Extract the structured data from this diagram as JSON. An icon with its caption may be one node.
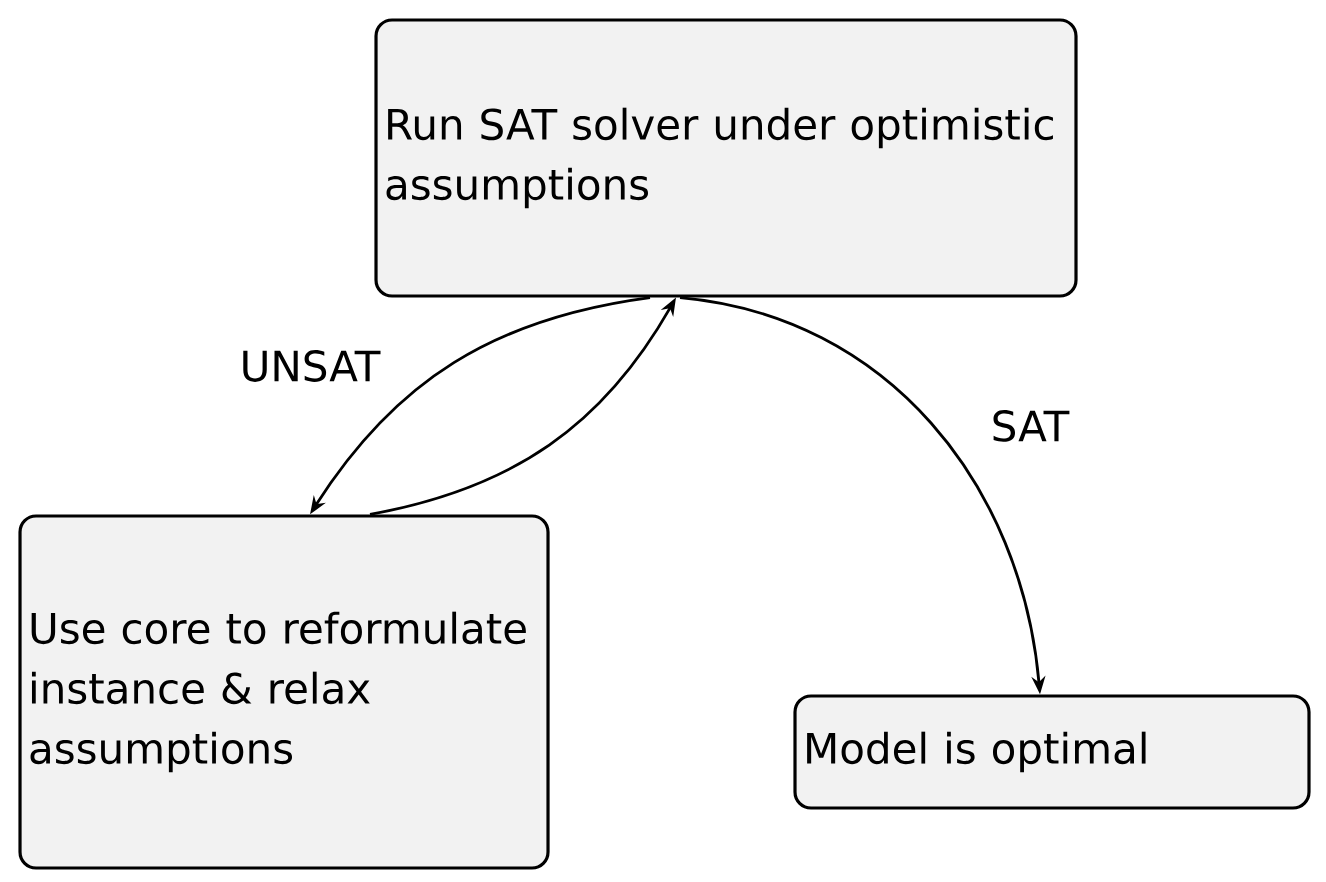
{
  "diagram": {
    "nodes": [
      {
        "text": [
          "Run SAT solver under optimistic assumptions"
        ]
      },
      {
        "text": [
          "Use core to reformulate instance & relax assumptions"
        ]
      },
      {
        "text": [
          "Model is optimal"
        ]
      }
    ],
    "edges": [
      {
        "from": 0,
        "to": 1,
        "arrow": "to",
        "label": "UNSAT"
      },
      {
        "from": 1,
        "to": 0,
        "arrow": "to"
      },
      {
        "from": 0,
        "to": 2,
        "arrow": "to",
        "label": "SAT"
      }
    ]
  }
}
